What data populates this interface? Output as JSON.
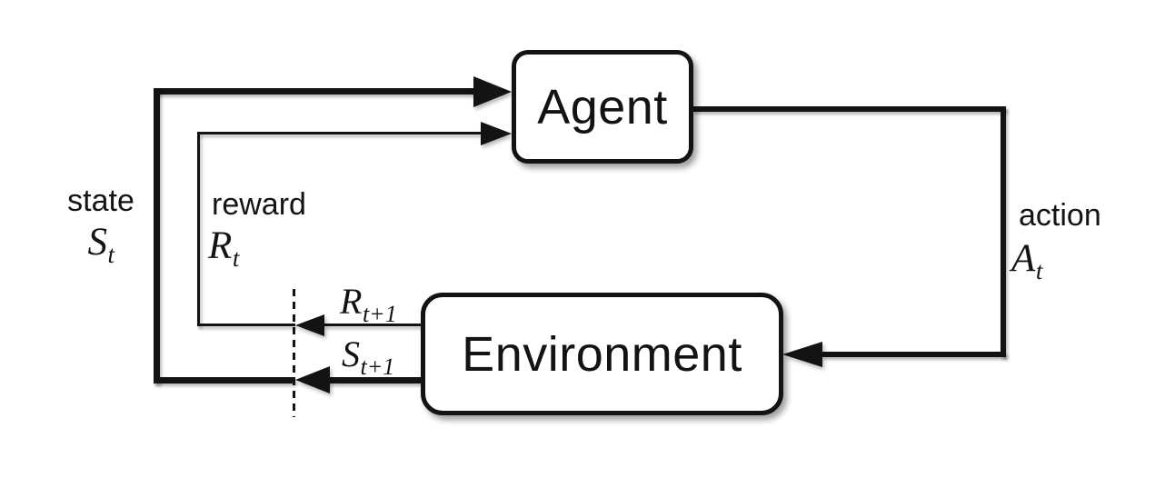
{
  "diagram": {
    "name": "Reinforcement learning agent-environment interaction loop",
    "boxes": {
      "agent": {
        "label": "Agent"
      },
      "environment": {
        "label": "Environment"
      }
    },
    "labels": {
      "state": {
        "word": "state",
        "sym": "S",
        "sub": "t"
      },
      "reward": {
        "word": "reward",
        "sym": "R",
        "sub": "t"
      },
      "action": {
        "word": "action",
        "sym": "A",
        "sub": "t"
      },
      "next_reward": {
        "sym": "R",
        "sub": "t+1"
      },
      "next_state": {
        "sym": "S",
        "sub": "t+1"
      }
    },
    "colors": {
      "line": "#131313",
      "background": "#ffffff",
      "box_fill": "#ffffff"
    }
  }
}
